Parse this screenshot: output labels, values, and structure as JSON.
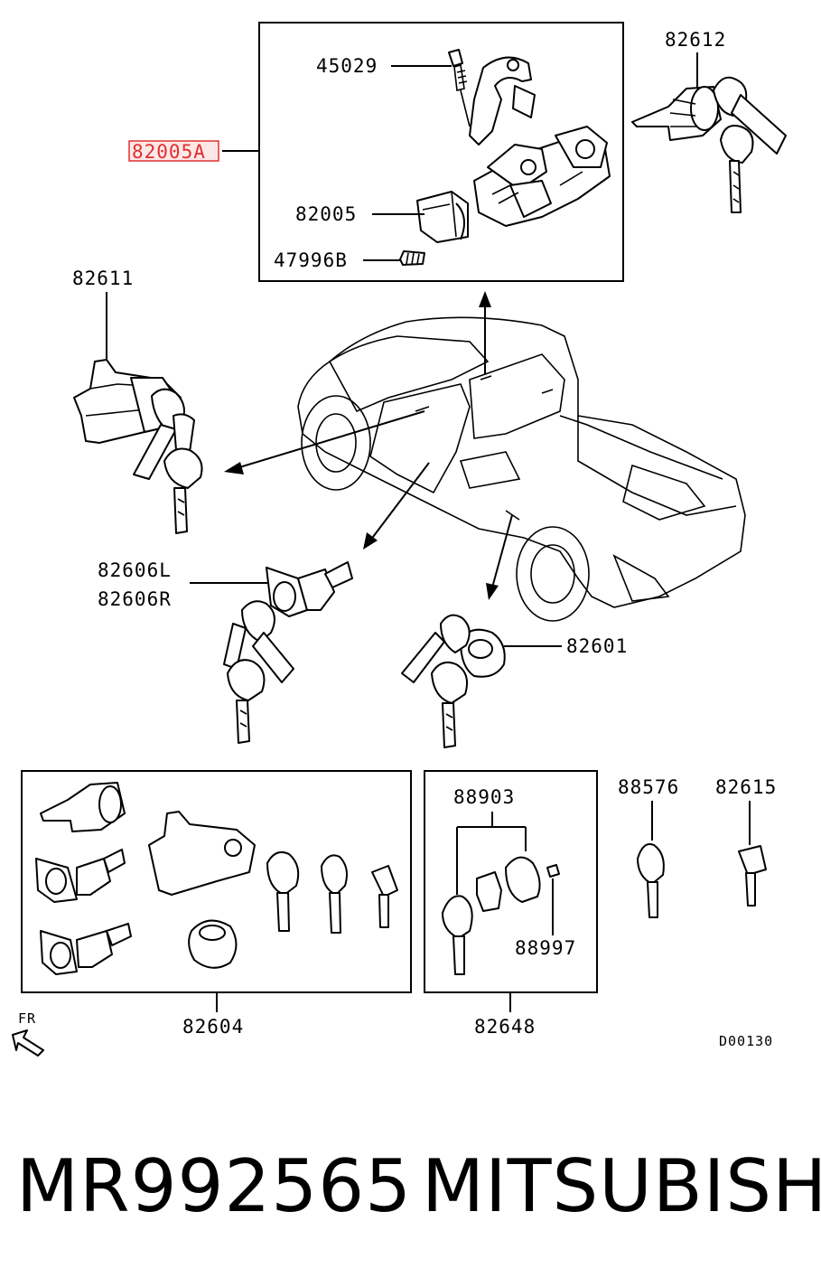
{
  "callouts": {
    "c45029": "45029",
    "c82005A": "82005A",
    "c82005": "82005",
    "c47996B": "47996B",
    "c82612": "82612",
    "c82611": "82611",
    "c82606L": "82606L",
    "c82606R": "82606R",
    "c82601": "82601",
    "c88903": "88903",
    "c88576": "88576",
    "c82615": "82615",
    "c88997": "88997",
    "c82604": "82604",
    "c82648": "82648"
  },
  "front_label": "FR",
  "drawing_code": "D00130",
  "highlight_color": "#e03030",
  "footer": {
    "part_number": "MR992565",
    "brand": "MITSUBISHI"
  }
}
